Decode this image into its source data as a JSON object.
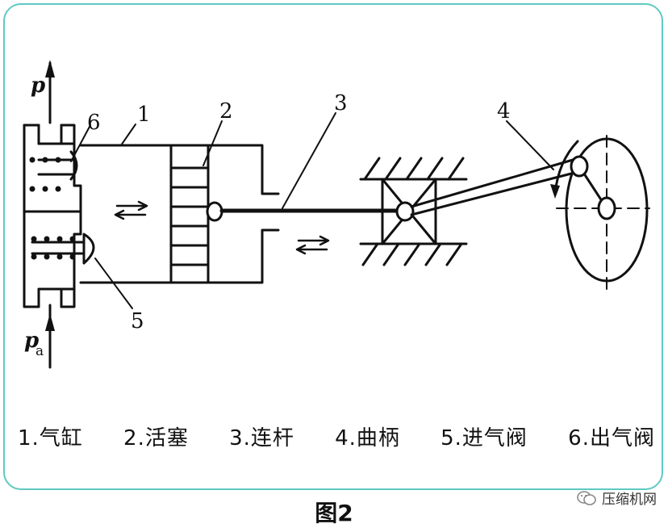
{
  "labels": {
    "p": "p",
    "pa_main": "p",
    "pa_sub": "a",
    "n1": "1",
    "n2": "2",
    "n3": "3",
    "n4": "4",
    "n5": "5",
    "n6": "6"
  },
  "legend": [
    "1.气缸",
    "2.活塞",
    "3.连杆",
    "4.曲柄",
    "5.进气阀",
    "6.出气阀"
  ],
  "caption": "图2",
  "watermark": "压缩机网",
  "colors": {
    "frame": "#5fc9c3",
    "ink": "#111111"
  }
}
